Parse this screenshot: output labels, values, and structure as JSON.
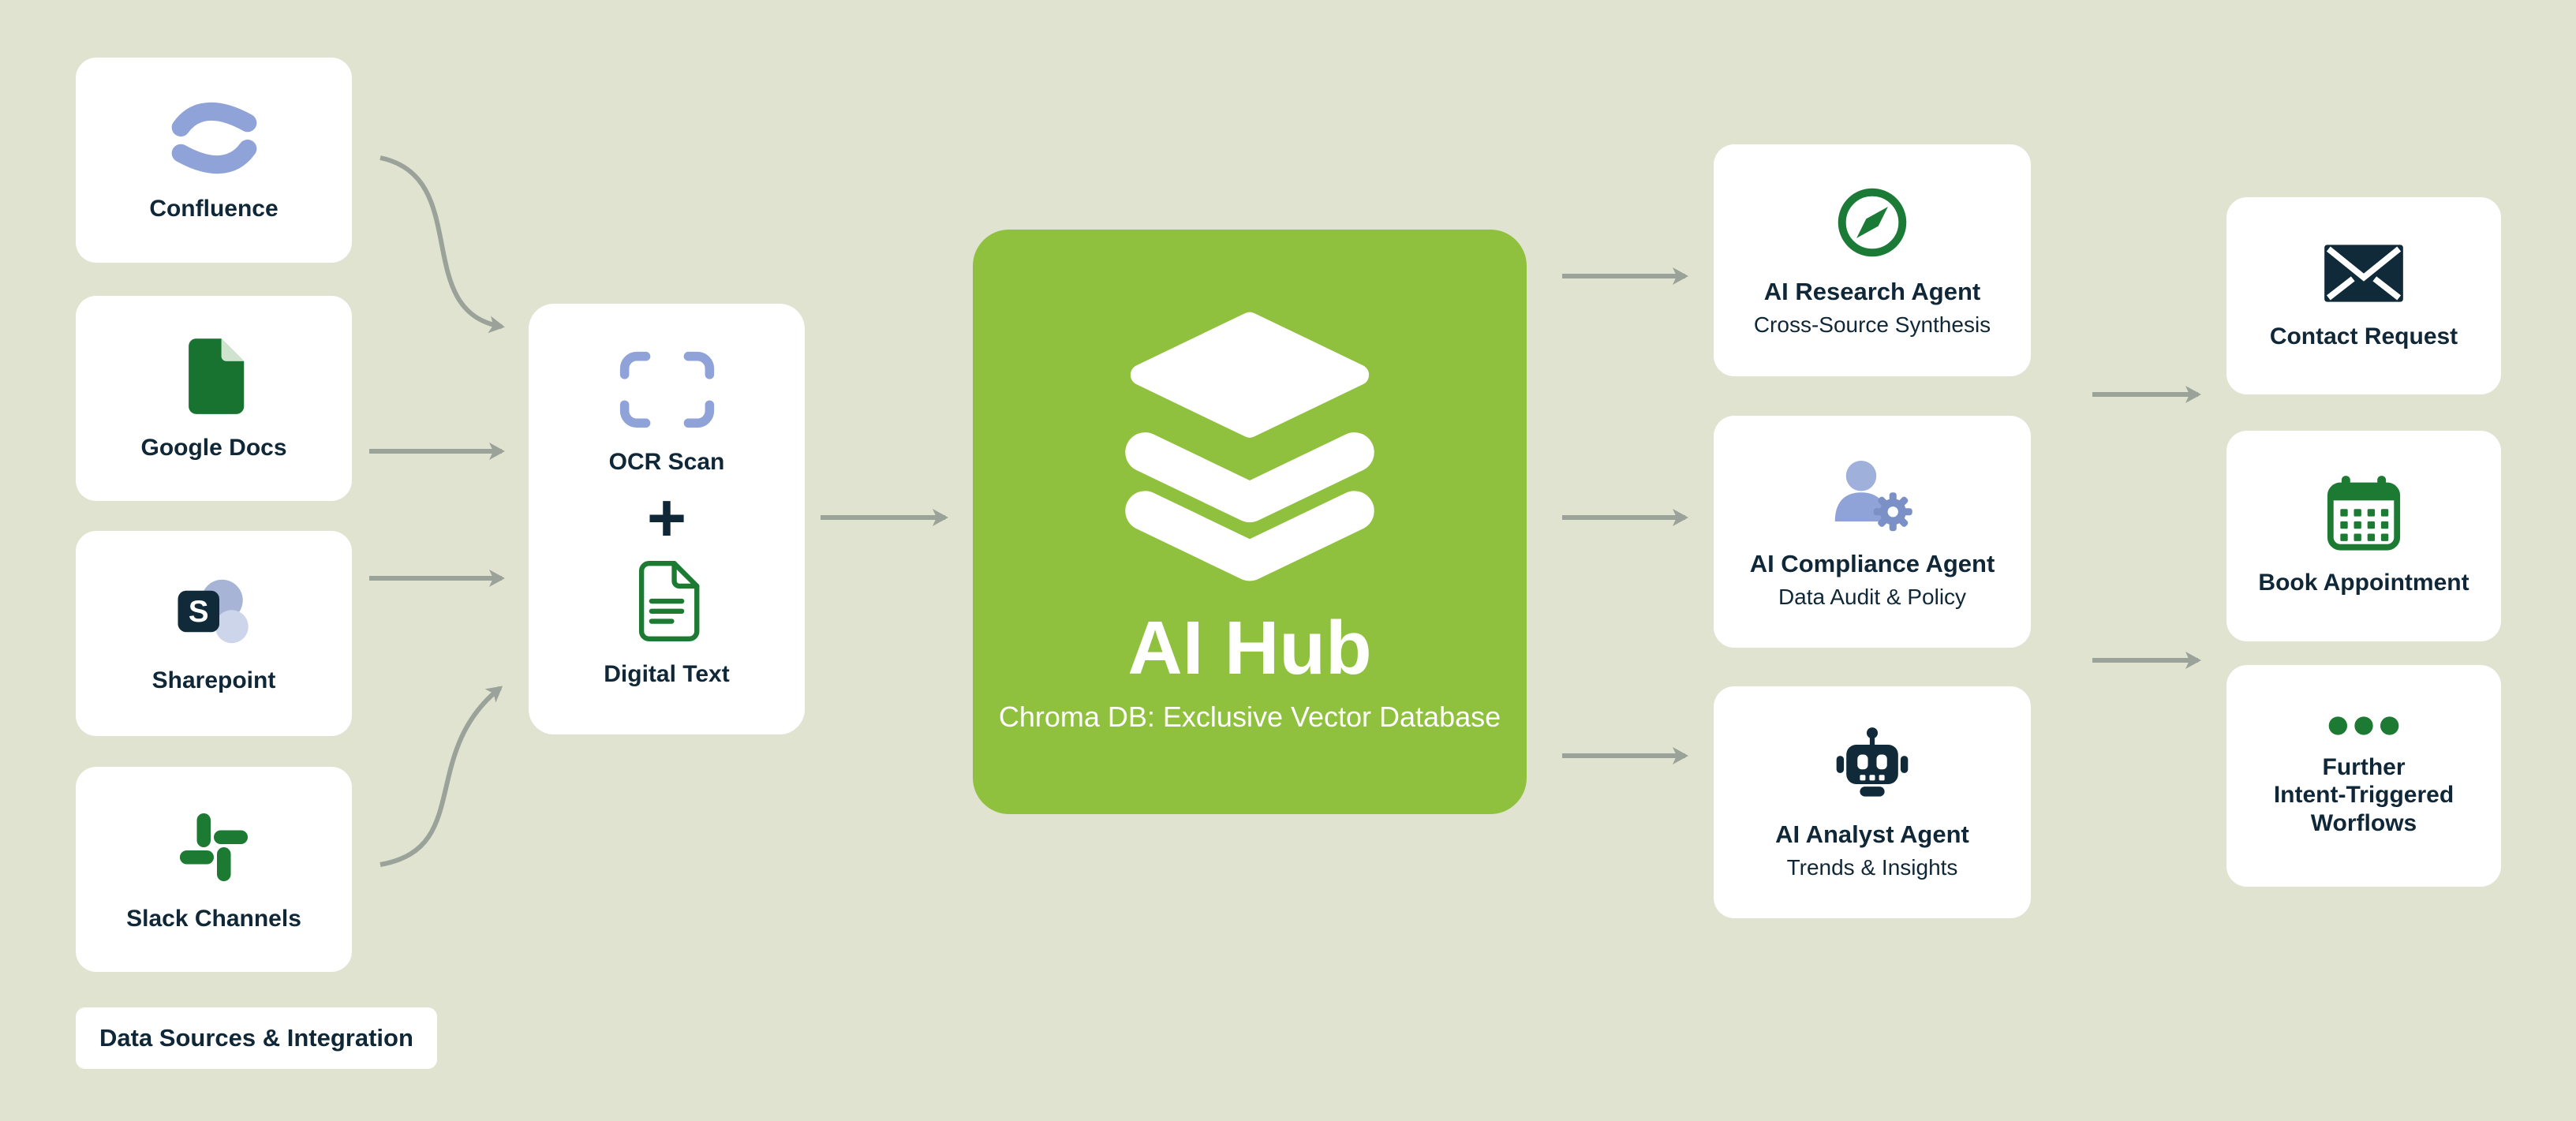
{
  "colors": {
    "background": "#e0e3d0",
    "card": "#ffffff",
    "hub_green": "#90c13e",
    "navy": "#0f2737",
    "icon_green": "#1d7a33",
    "periwinkle": "#8fa3d9",
    "arrow_gray": "#9ba29a"
  },
  "sources": {
    "caption": "Data Sources & Integration",
    "sharepoint_letter": "S",
    "items": [
      {
        "label": "Confluence",
        "icon": "confluence-icon"
      },
      {
        "label": "Google Docs",
        "icon": "google-docs-icon"
      },
      {
        "label": "Sharepoint",
        "icon": "sharepoint-icon"
      },
      {
        "label": "Slack Channels",
        "icon": "slack-icon"
      }
    ]
  },
  "processing": {
    "ocr_label": "OCR Scan",
    "plus_sign": "+",
    "digital_label": "Digital Text"
  },
  "hub": {
    "title": "AI Hub",
    "subtitle": "Chroma DB: Exclusive Vector Database",
    "icon": "layers-icon"
  },
  "agents": [
    {
      "title": "AI Research Agent",
      "subtitle": "Cross-Source Synthesis",
      "icon": "compass-icon"
    },
    {
      "title": "AI Compliance Agent",
      "subtitle": "Data Audit & Policy",
      "icon": "user-gear-icon"
    },
    {
      "title": "AI Analyst Agent",
      "subtitle": "Trends & Insights",
      "icon": "robot-icon"
    }
  ],
  "outputs": [
    {
      "label": "Contact Request",
      "icon": "envelope-icon"
    },
    {
      "label": "Book Appointment",
      "icon": "calendar-icon"
    },
    {
      "label": "Further\nIntent-Triggered\nWorflows",
      "icon": "ellipsis-icon"
    }
  ]
}
